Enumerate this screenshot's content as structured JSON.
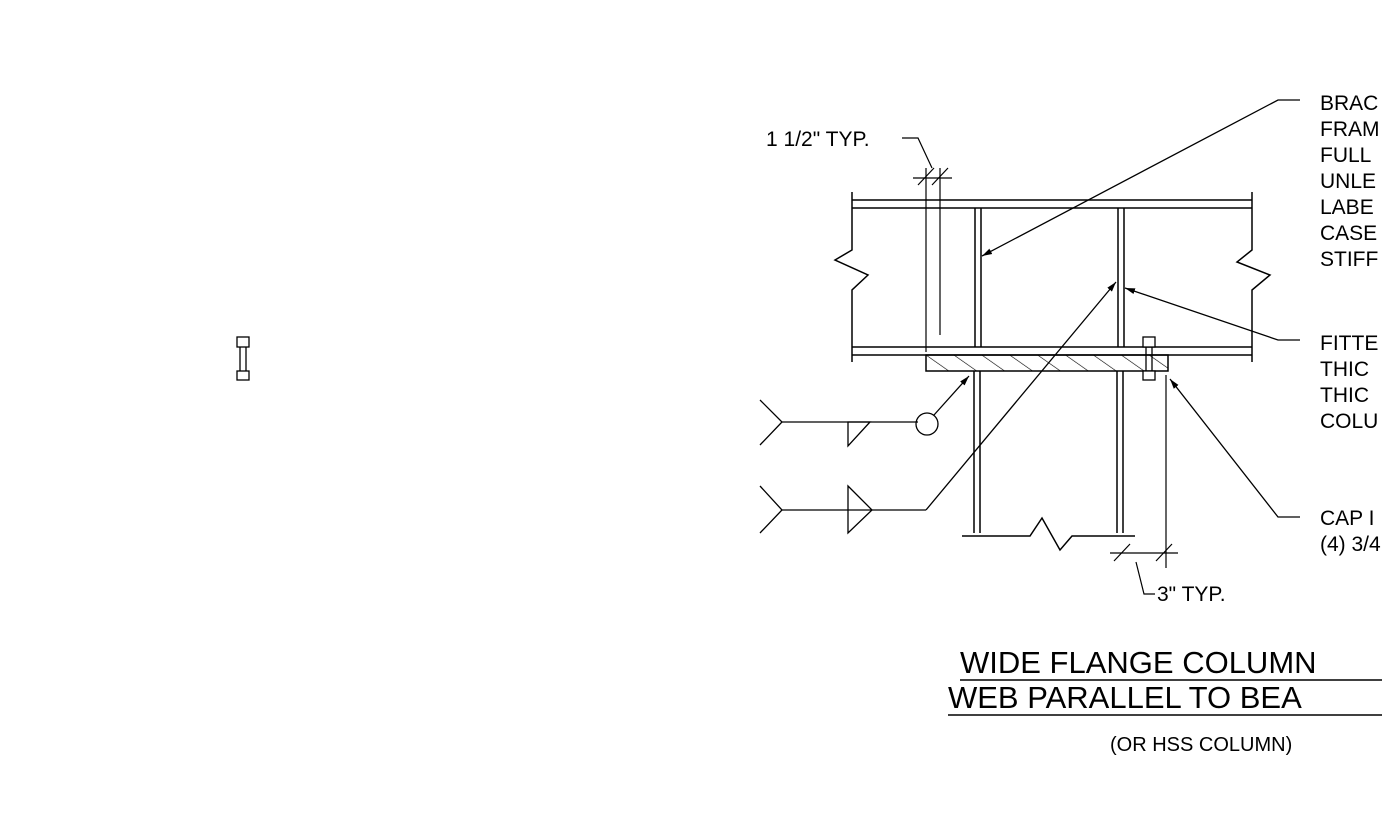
{
  "dimension_labels": {
    "top_typ": "1 1/2\" TYP.",
    "bottom_typ": "3\" TYP."
  },
  "callouts": {
    "stiffener": [
      "BRAC",
      "FRAM",
      "FULL",
      "UNLE",
      "LABE",
      "CASE",
      "STIFF"
    ],
    "fitted": [
      "FITTE",
      "THIC",
      "THIC",
      "COLU"
    ],
    "cap_plate": [
      "CAP I",
      "(4) 3/4"
    ]
  },
  "title": {
    "line1": "WIDE FLANGE COLUMN",
    "line2": "WEB PARALLEL TO BEA",
    "subtitle": "(OR HSS COLUMN)"
  }
}
